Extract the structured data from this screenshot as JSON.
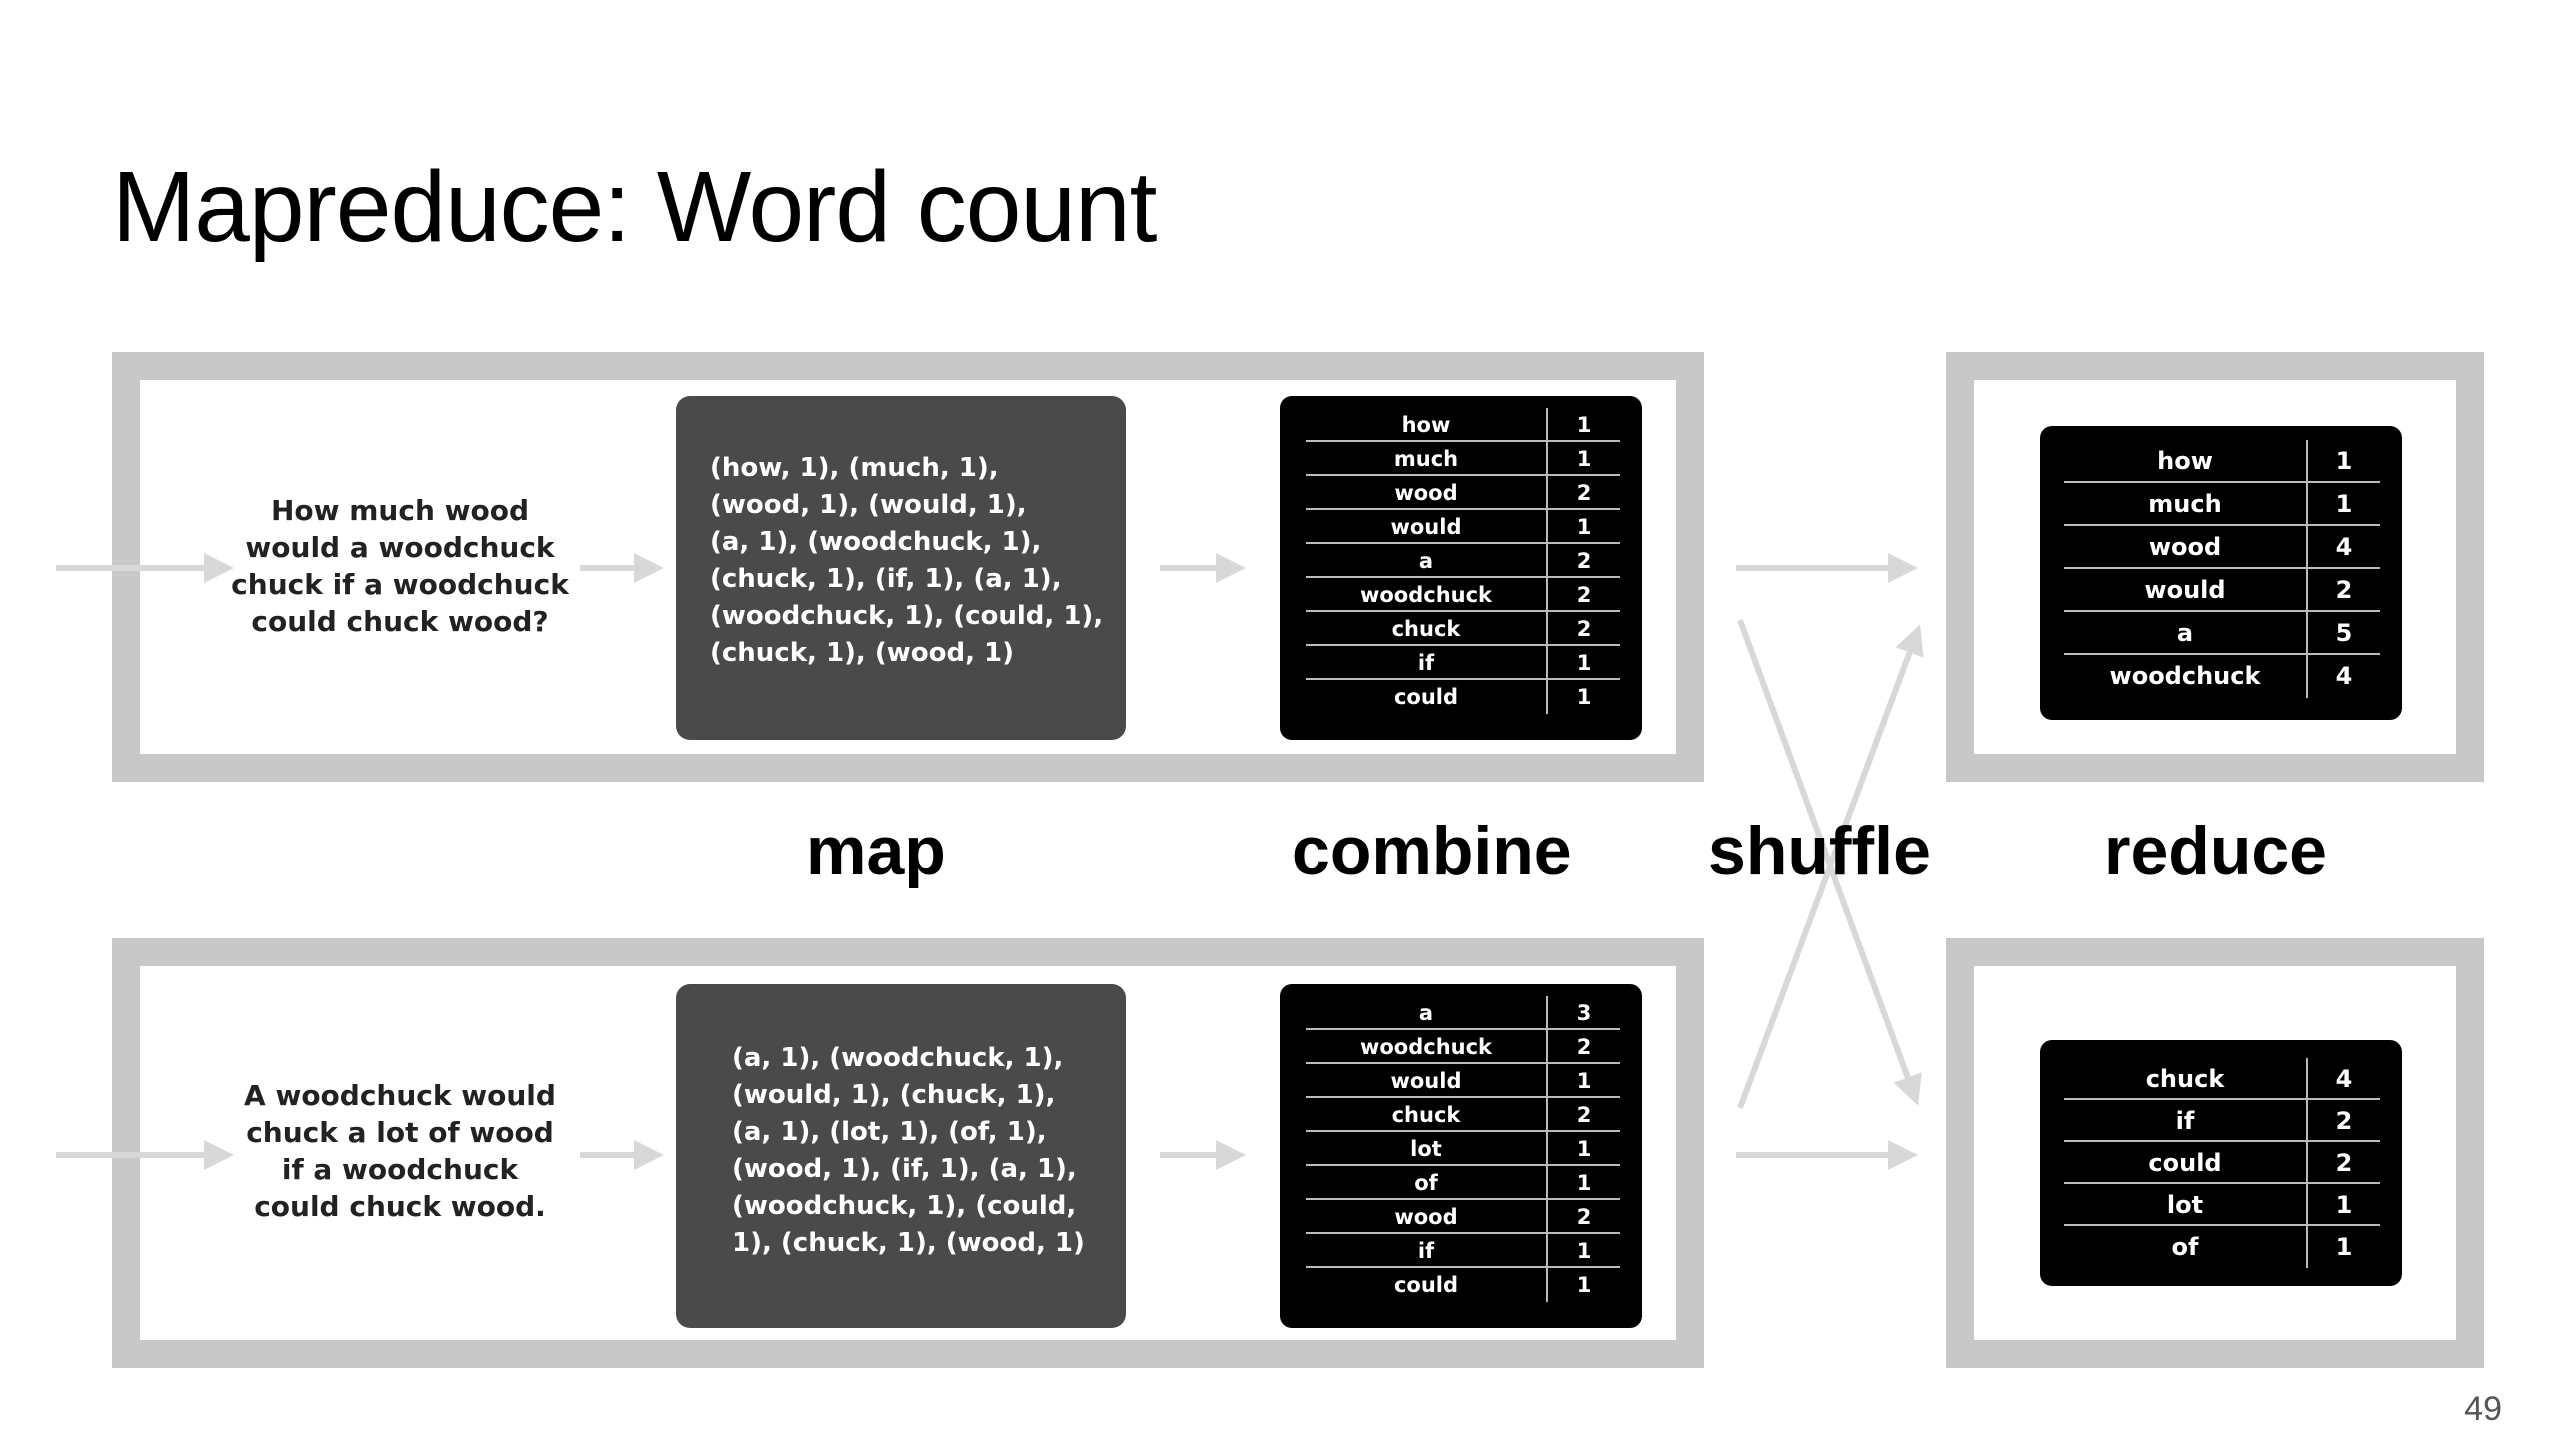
{
  "slide": {
    "title": "Mapreduce: Word count",
    "page_number": "49"
  },
  "stages": {
    "map": "map",
    "combine": "combine",
    "shuffle": "shuffle",
    "reduce": "reduce"
  },
  "pipelines": [
    {
      "input_lines": [
        "How much wood",
        "would a woodchuck",
        "chuck if a woodchuck",
        "could chuck wood?"
      ],
      "map_lines": [
        "(how, 1), (much, 1),",
        "(wood, 1), (would, 1),",
        "(a, 1), (woodchuck, 1),",
        "(chuck, 1), (if, 1), (a, 1),",
        "(woodchuck, 1), (could, 1),",
        "(chuck, 1), (wood, 1)"
      ],
      "combine": [
        {
          "word": "how",
          "count": "1"
        },
        {
          "word": "much",
          "count": "1"
        },
        {
          "word": "wood",
          "count": "2"
        },
        {
          "word": "would",
          "count": "1"
        },
        {
          "word": "a",
          "count": "2"
        },
        {
          "word": "woodchuck",
          "count": "2"
        },
        {
          "word": "chuck",
          "count": "2"
        },
        {
          "word": "if",
          "count": "1"
        },
        {
          "word": "could",
          "count": "1"
        }
      ]
    },
    {
      "input_lines": [
        "A woodchuck would",
        "chuck a lot of wood",
        "if a woodchuck",
        "could chuck wood."
      ],
      "map_lines": [
        "(a, 1), (woodchuck, 1),",
        "(would, 1), (chuck, 1),",
        "(a, 1), (lot, 1), (of, 1),",
        "(wood, 1), (if, 1), (a, 1),",
        "(woodchuck, 1), (could,",
        "1), (chuck, 1), (wood, 1)"
      ],
      "combine": [
        {
          "word": "a",
          "count": "3"
        },
        {
          "word": "woodchuck",
          "count": "2"
        },
        {
          "word": "would",
          "count": "1"
        },
        {
          "word": "chuck",
          "count": "2"
        },
        {
          "word": "lot",
          "count": "1"
        },
        {
          "word": "of",
          "count": "1"
        },
        {
          "word": "wood",
          "count": "2"
        },
        {
          "word": "if",
          "count": "1"
        },
        {
          "word": "could",
          "count": "1"
        }
      ]
    }
  ],
  "reducers": [
    {
      "rows": [
        {
          "word": "how",
          "count": "1"
        },
        {
          "word": "much",
          "count": "1"
        },
        {
          "word": "wood",
          "count": "4"
        },
        {
          "word": "would",
          "count": "2"
        },
        {
          "word": "a",
          "count": "5"
        },
        {
          "word": "woodchuck",
          "count": "4"
        }
      ]
    },
    {
      "rows": [
        {
          "word": "chuck",
          "count": "4"
        },
        {
          "word": "if",
          "count": "2"
        },
        {
          "word": "could",
          "count": "2"
        },
        {
          "word": "lot",
          "count": "1"
        },
        {
          "word": "of",
          "count": "1"
        }
      ]
    }
  ],
  "colors": {
    "frame": "#c8c8c8",
    "arrow": "#d8d8d8",
    "map_box": "#4a4a4a",
    "table_box": "#000000"
  }
}
